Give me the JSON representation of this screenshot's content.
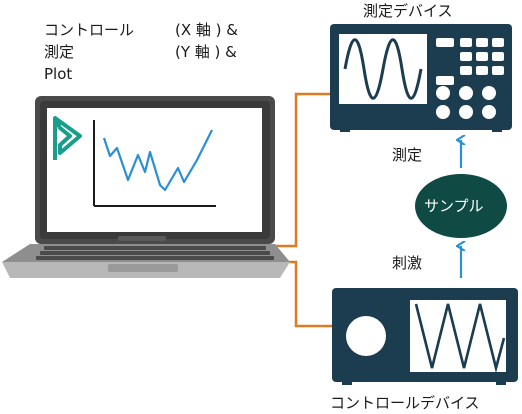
{
  "caption": {
    "line1_left": "コントロール",
    "line1_right": "(X 軸 ) &",
    "line2_left": "測定",
    "line2_right": "(Y 軸 ) &",
    "line3": "Plot"
  },
  "labels": {
    "measurement_device": "測定デバイス",
    "control_device": "コントロールデバイス",
    "sample": "サンプル",
    "measure_arrow": "測定",
    "stimulus_arrow": "刺激"
  },
  "colors": {
    "device_body": "#1c3d4f",
    "sample_fill": "#0f4a45",
    "cable": "#e07a22",
    "arrow": "#2a8fd6",
    "logo": "#1a9e8c",
    "plot_line": "#2a8fd6"
  },
  "icons": {
    "logo": "app-logo-icon",
    "keyboard": "keyboard-icon",
    "touchpad": "touchpad-icon"
  }
}
